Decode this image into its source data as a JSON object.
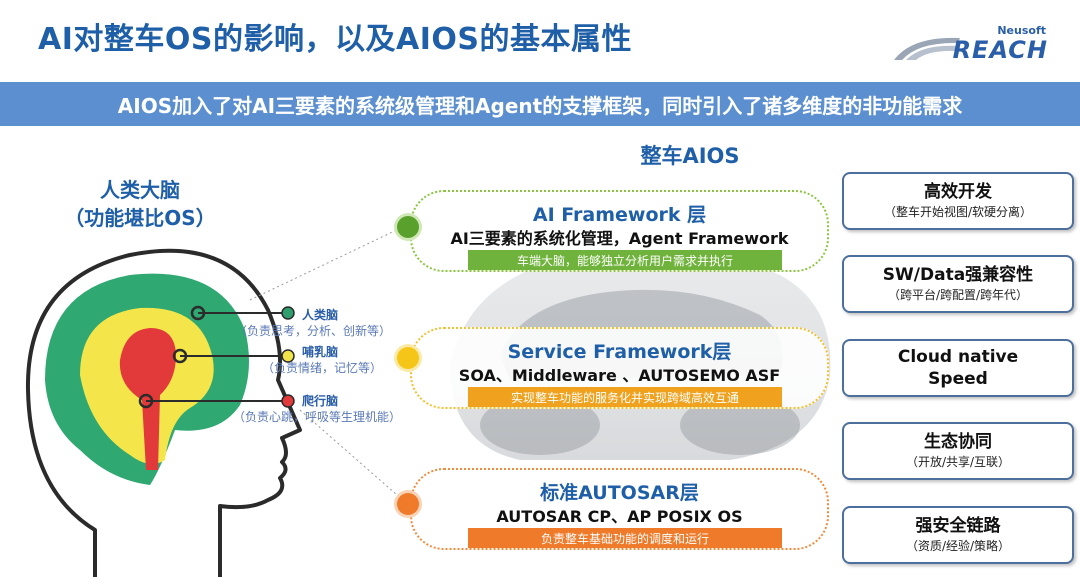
{
  "header": {
    "title": "AI对整车OS的影响，以及AIOS的基本属性",
    "logo_small": "Neusoft",
    "logo_big": "REACH"
  },
  "banner": "AIOS加入了对AI三要素的系统级管理和Agent的支撑框架，同时引入了诸多维度的非功能需求",
  "aios_heading": "整车AIOS",
  "brain": {
    "title_line1": "人类大脑",
    "title_line2": "（功能堪比OS）",
    "parts": [
      {
        "name": "人类脑",
        "desc": "（负责思考，分析、创新等）",
        "color": "#2e9e6e"
      },
      {
        "name": "哺乳脑",
        "desc": "（负责情绪，记忆等）",
        "color": "#f1e34a"
      },
      {
        "name": "爬行脑",
        "desc": "（负责心跳，呼吸等生理机能）",
        "color": "#e23a3a"
      }
    ]
  },
  "frameworks": [
    {
      "title": "AI Framework 层",
      "subtitle": "AI三要素的系统化管理，Agent Framework",
      "tag": "车端大脑，能够独立分析用户需求并执行",
      "border_color": "#8cc63f",
      "tag_color": "#6fb33c",
      "dot_color": "#5aa02c"
    },
    {
      "title": "Service Framework层",
      "subtitle": "SOA、Middleware 、AUTOSEMO ASF",
      "tag": "实现整车功能的服务化并实现跨域高效互通",
      "border_color": "#f2c12e",
      "tag_color": "#f0a21e",
      "dot_color": "#f5c518"
    },
    {
      "title": "标准AUTOSAR层",
      "subtitle": "AUTOSAR CP、AP  POSIX OS",
      "tag": "负责整车基础功能的调度和运行",
      "border_color": "#f28a3a",
      "tag_color": "#ef7a2a",
      "dot_color": "#ee7a2a"
    }
  ],
  "attributes": [
    {
      "title": "高效开发",
      "subtitle": "（整车开始视图/软硬分离）"
    },
    {
      "title": "SW/Data强兼容性",
      "subtitle": "（跨平台/跨配置/跨年代）"
    },
    {
      "title": "Cloud native",
      "subtitle": "Speed"
    },
    {
      "title": "生态协同",
      "subtitle": "（开放/共享/互联）"
    },
    {
      "title": "强安全链路",
      "subtitle": "（资质/经验/策略）"
    }
  ]
}
